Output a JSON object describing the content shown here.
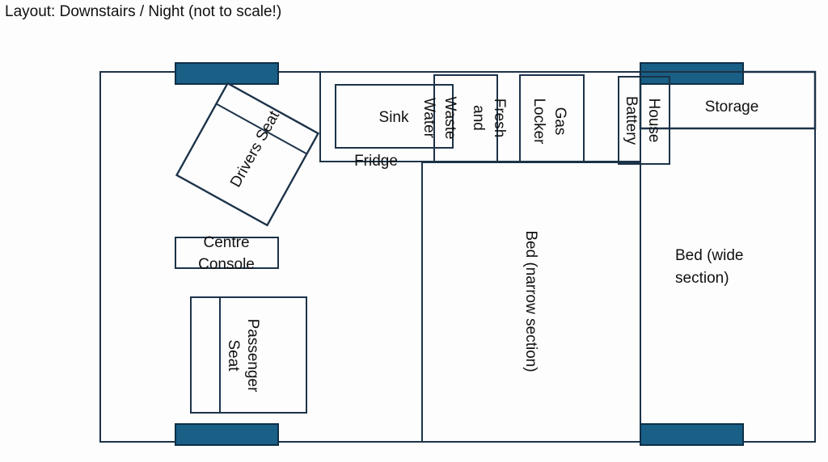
{
  "title": "Layout: Downstairs / Night (not to scale!)",
  "colors": {
    "outline": "#1c3348",
    "wheel_fill": "#195f86",
    "background": "#fdfdfe",
    "text": "#111111"
  },
  "areas": {
    "drivers_seat": "Drivers Seat",
    "centre_console": [
      "Centre",
      "Console"
    ],
    "passenger_seat": [
      "Passenger",
      "Seat"
    ],
    "sink": "Sink",
    "fridge": "Fridge",
    "waste_water": [
      "Waste",
      "Water"
    ],
    "fresh_water": [
      "Fresh",
      "and"
    ],
    "gas_locker": [
      "Gas",
      "Locker"
    ],
    "house_battery": [
      "House",
      "Battery"
    ],
    "storage": "Storage",
    "bed_narrow": "Bed (narrow section)",
    "bed_wide": [
      "Bed (wide",
      "section)"
    ]
  },
  "wheels": [
    "front-left",
    "front-right",
    "rear-left",
    "rear-right"
  ]
}
